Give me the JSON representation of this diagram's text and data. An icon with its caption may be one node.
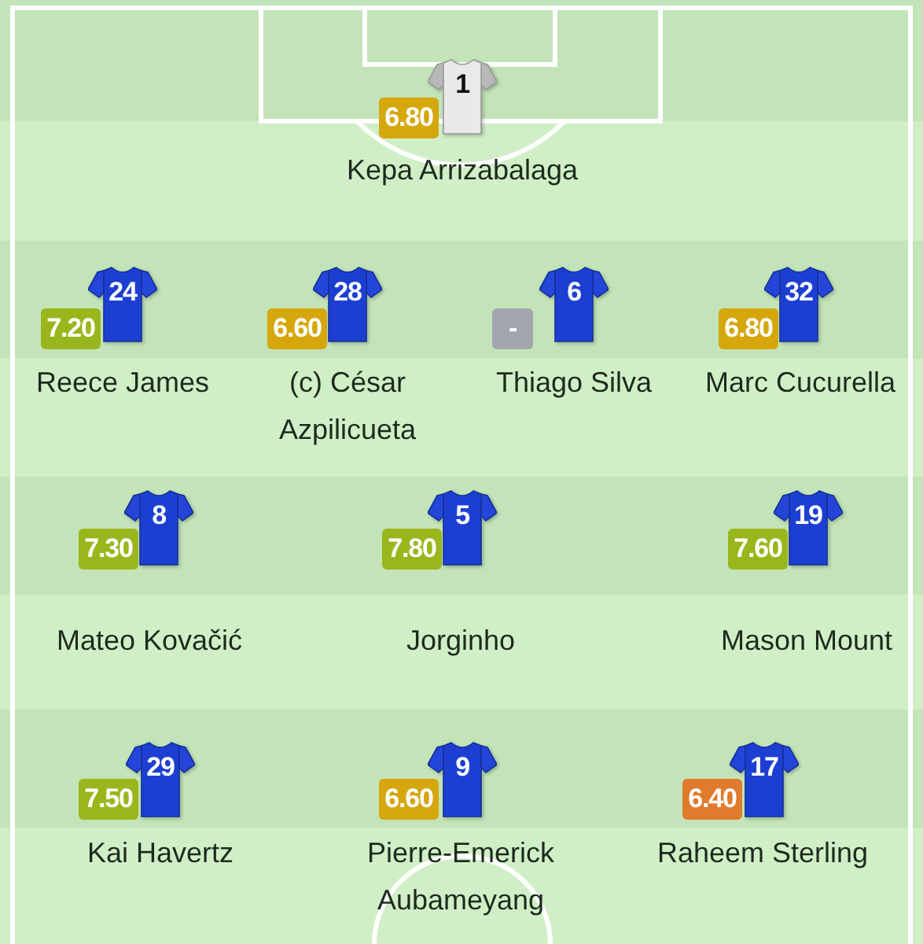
{
  "diagram": {
    "nodes": [
      {
        "text": [
          "6.80"
        ]
      },
      {
        "text": [
          "1"
        ],
        "beside": [
          "Kepa Arrizabalaga"
        ]
      },
      {
        "text": [
          "7.20"
        ]
      },
      {
        "text": [
          "24"
        ],
        "beside": [
          "Reece James"
        ]
      },
      {
        "text": [
          "6.60"
        ]
      },
      {
        "text": [
          "28"
        ],
        "beside": [
          "(c) César Azpilicueta"
        ]
      },
      {
        "text": [
          "-"
        ]
      },
      {
        "text": [
          "6"
        ],
        "beside": [
          "Thiago Silva"
        ]
      },
      {
        "text": [
          "6.80"
        ]
      },
      {
        "text": [
          "32"
        ],
        "beside": [
          "Marc Cucurella"
        ]
      },
      {
        "text": [
          "7.30"
        ]
      },
      {
        "text": [
          "8"
        ],
        "beside": [
          "Mateo Kovačić"
        ]
      },
      {
        "text": [
          "7.80"
        ]
      },
      {
        "text": [
          "5"
        ],
        "beside": [
          "Jorginho"
        ]
      },
      {
        "text": [
          "7.60"
        ]
      },
      {
        "text": [
          "19"
        ],
        "beside": [
          "Mason Mount"
        ]
      },
      {
        "text": [
          "7.50"
        ]
      },
      {
        "text": [
          "29"
        ],
        "beside": [
          "Kai Havertz"
        ]
      },
      {
        "text": [
          "6.60"
        ]
      },
      {
        "text": [
          "9"
        ],
        "beside": [
          "Pierre-Emerick Aubameyang"
        ]
      },
      {
        "text": [
          "6.40"
        ]
      },
      {
        "text": [
          "17"
        ],
        "beside": [
          "Raheem Sterling"
        ]
      }
    ]
  }
}
